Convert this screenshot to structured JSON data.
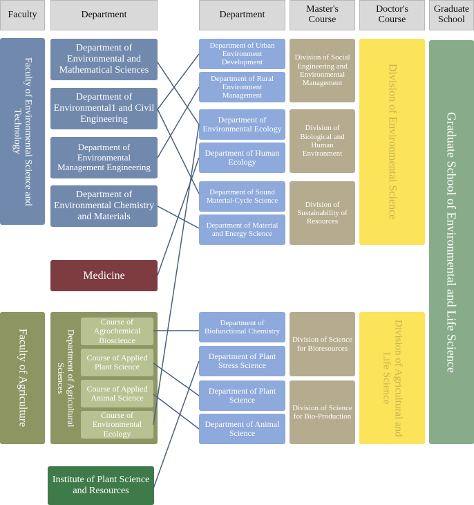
{
  "headers": {
    "faculty": "Faculty",
    "department_left": "Department",
    "department_right": "Department",
    "masters": "Master's\nCourse",
    "doctors": "Doctor's\nCourse",
    "graduate": "Graduate\nSchool"
  },
  "faculties": {
    "env_science": "Faculty of Environmental Science and Technology",
    "agriculture": "Faculty of Agriculture"
  },
  "undergrad": {
    "env_math": "Department of Environmental and Mathematical Sciences",
    "env_civil": "Department of Environmental1 and Civil Engineering",
    "env_mgmt": "Department of Environmental Management Engineering",
    "env_chem": "Department of Environmental Chemistry and Materials",
    "medicine": "Medicine",
    "agri_dept": "Department of Agricultural Sciences",
    "agrochem": "Course of Agrochemical Bioscience",
    "applied_plant": "Course of Applied Plant Science",
    "applied_animal": "Course of Applied Animal Science",
    "env_ecology_course": "Course of Environmental Ecology",
    "institute": "Institute of Plant Science and Resources"
  },
  "grad_departments": {
    "urban": "Department of Urban Environment Development",
    "rural": "Department of Rural Environment Management",
    "env_ecology": "Department of Environmental Ecology",
    "human_ecology": "Department of Human Ecology",
    "sound_cycle": "Department of Sound Material-Cycle Science",
    "material_energy": "Department of Material and Energy Science",
    "biofunctional": "Department of Biofunctional Chemistry",
    "plant_stress": "Department of Plant Stress Science",
    "plant_science": "Department of Plant Science",
    "animal_science": "Department of Animal Science"
  },
  "masters": {
    "social_eng": "Division of Social Engineering and Environmental Management",
    "bio_human": "Division of Biological and Human Environment",
    "sustainability": "Division of Sustainability of Resources",
    "bioresources": "Division of Science for Bioresources",
    "bio_production": "Division of Science for Bio-Production"
  },
  "doctors": {
    "env_science": "Division of Environmental Science",
    "agri_life": "Division of Agricultural and Life Science"
  },
  "graduate_school": "Graduate School of Environmental and Life Science",
  "colors": {
    "header_bg": "#d9d9d9",
    "env_blue": "#7189ac",
    "grad_blue": "#8ea9db",
    "masters_tan": "#b5ab8e",
    "doctors_yellow": "#fbe35a",
    "grad_school_green": "#88ab8a",
    "agri_olive": "#8d9562",
    "agri_course": "#b8c191",
    "medicine_red": "#7c3c40",
    "institute_green": "#3f7a4a",
    "link_line": "#4a5f7d"
  }
}
